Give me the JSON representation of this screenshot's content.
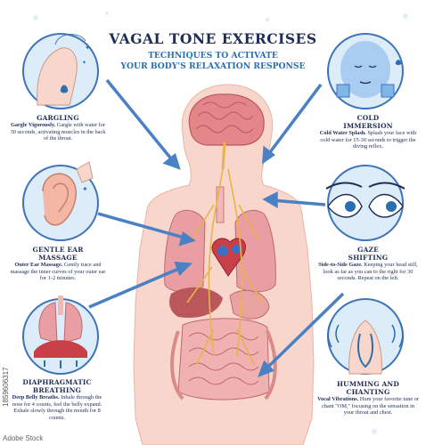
{
  "header": {
    "title": "VAGAL TONE EXERCISES",
    "subtitle_line1": "TECHNIQUES TO ACTIVATE",
    "subtitle_line2": "YOUR BODY'S RELAXATION RESPONSE"
  },
  "exercises": {
    "gargling": {
      "name": "GARGLING",
      "lead": "Gargle Vigorously.",
      "desc": "Gargle with water for 30 seconds, activating muscles in the back of the throat."
    },
    "gentle_ear_massage": {
      "name_line1": "GENTLE EAR",
      "name_line2": "MASSAGE",
      "lead": "Outer Ear Massage.",
      "desc": "Gently trace and massage the inner curves of your outer ear for 1-2 minutes."
    },
    "diaphragmatic_breathing": {
      "name_line1": "DIAPHRAGMATIC",
      "name_line2": "BREATHING",
      "lead": "Deep Belly Breaths.",
      "desc": "Inhale through the nose for 4 counts, feel the belly expand. Exhale slowly through the mouth for 8 counts."
    },
    "cold_immersion": {
      "name_line1": "COLD",
      "name_line2": "IMMERSION",
      "lead": "Cold Water Splash.",
      "desc": "Splash your face with cold water for 15-30 seconds to trigger the diving reflex."
    },
    "gaze_shifting": {
      "name_line1": "GAZE",
      "name_line2": "SHIFTING",
      "lead": "Side-to-Side Gaze.",
      "desc": "Keeping your head still, look as far as you can to the right for 30 seconds. Repeat on the left."
    },
    "humming_and_chanting": {
      "name": "HUMMING AND CHANTING",
      "lead": "Vocal Vibrations.",
      "desc": "Hum your favorite tune or chant \"OM,\" focusing on the sensation in your throat and chest."
    }
  },
  "watermark": "1859606317",
  "stock_logo": "Adobe Stock",
  "colors": {
    "navy": "#1f2d55",
    "blue_accent": "#2a6fb0",
    "arrow": "#4a80c4",
    "circle_bg": "#dcecf8",
    "circle_ring": "#3f73b8",
    "body_fill": "#f9d6cc",
    "brain": "#e3868a",
    "nerve": "#e9b34a"
  }
}
